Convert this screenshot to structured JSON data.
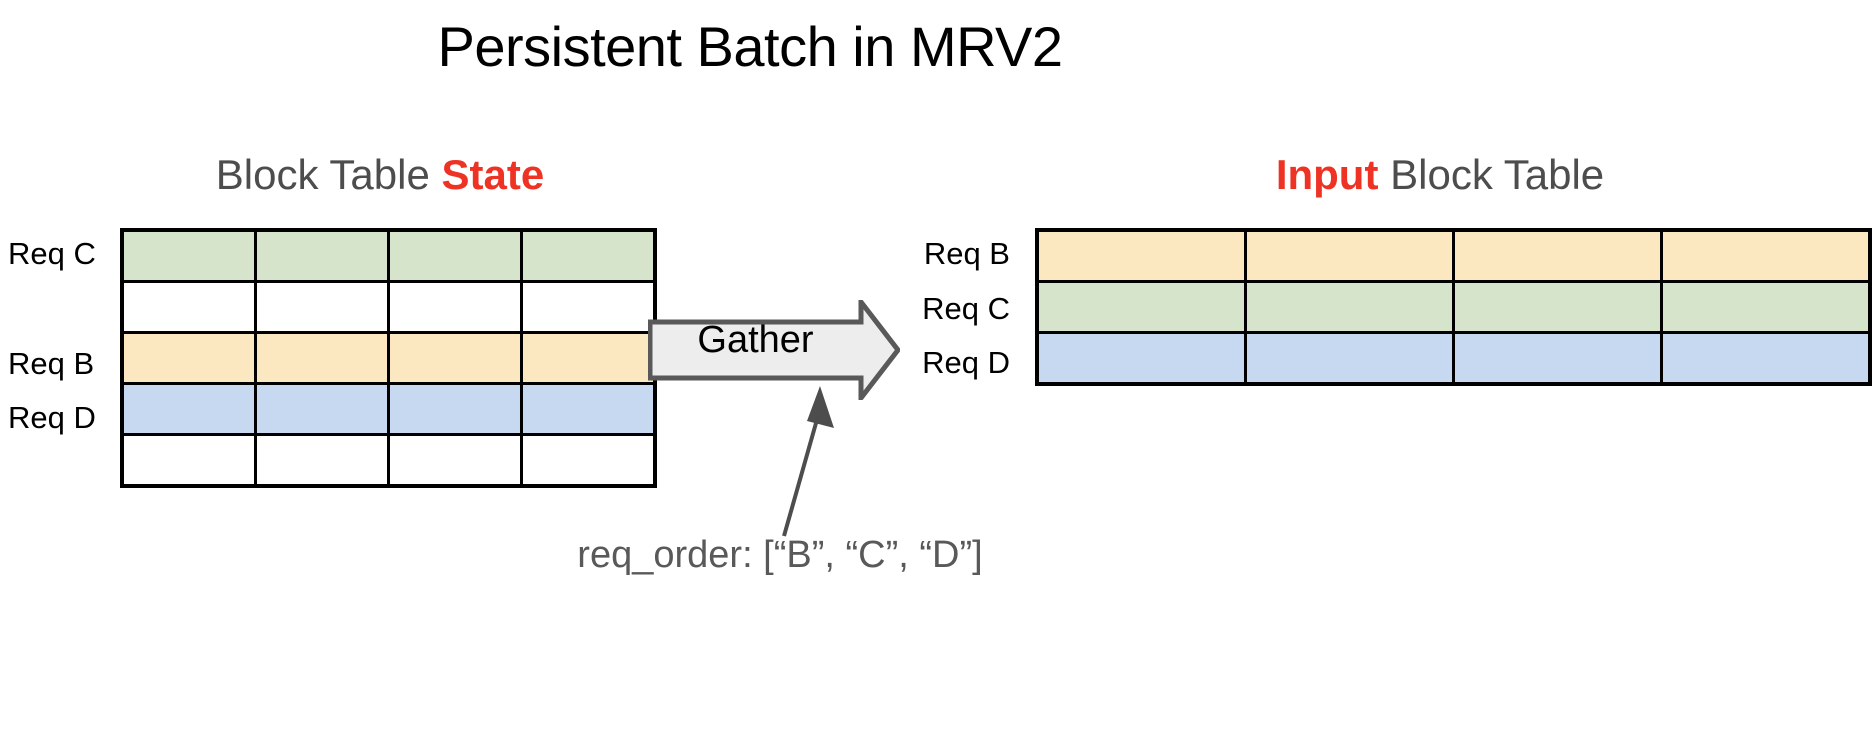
{
  "title": "Persistent Batch in MRV2",
  "colors": {
    "accent_red": "#EE3224",
    "header_gray": "#4D4D4D",
    "caption_gray": "#595959",
    "row_green": "#D7E4CC",
    "row_yellow": "#FBE8C0",
    "row_blue": "#C6D9F0",
    "row_white": "#FFFFFF",
    "arrow_fill": "#EDEDED",
    "arrow_stroke": "#595959",
    "grid_line": "#000000"
  },
  "left_panel": {
    "header_prefix": "Block Table ",
    "header_accent": "State",
    "columns": 4,
    "rows": [
      {
        "label": "Req C",
        "fill": "green"
      },
      {
        "label": "",
        "fill": "white"
      },
      {
        "label": "Req B",
        "fill": "yellow"
      },
      {
        "label": "Req D",
        "fill": "blue"
      },
      {
        "label": "",
        "fill": "white"
      }
    ]
  },
  "transform": {
    "arrow_label": "Gather",
    "arrow_direction": "right"
  },
  "right_panel": {
    "header_accent": "Input",
    "header_suffix": " Block Table",
    "columns": 4,
    "rows": [
      {
        "label": "Req B",
        "fill": "yellow"
      },
      {
        "label": "Req C",
        "fill": "green"
      },
      {
        "label": "Req D",
        "fill": "blue"
      }
    ]
  },
  "caption": {
    "text": "req_order: [“B”, “C”, “D”]"
  }
}
